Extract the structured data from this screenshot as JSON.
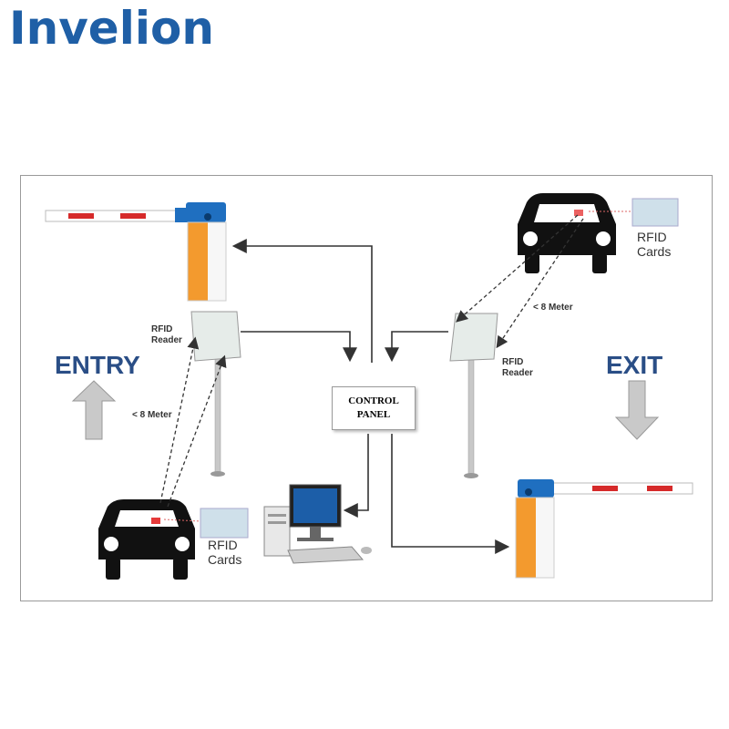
{
  "brand": {
    "name": "Invelion"
  },
  "labels": {
    "entry": "ENTRY",
    "exit": "EXIT",
    "control_panel_line1": "CONTROL",
    "control_panel_line2": "PANEL",
    "reader_line1": "RFID",
    "reader_line2": "Reader",
    "cards_line1": "RFID",
    "cards_line2": "Cards",
    "distance_entry": "< 8 Meter",
    "distance_exit": "< 8 Meter"
  },
  "icons": [
    "barrier-gate",
    "rfid-reader",
    "car",
    "rfid-card",
    "computer",
    "arrow-up",
    "arrow-down"
  ],
  "colors": {
    "brand": "#1f5fa6",
    "heading": "#2a4e86",
    "barrier_orange": "#f39a2e",
    "barrier_blue": "#1f6fc0",
    "barrier_stripe": "#d62a2a",
    "card": "#cfe0ea"
  }
}
